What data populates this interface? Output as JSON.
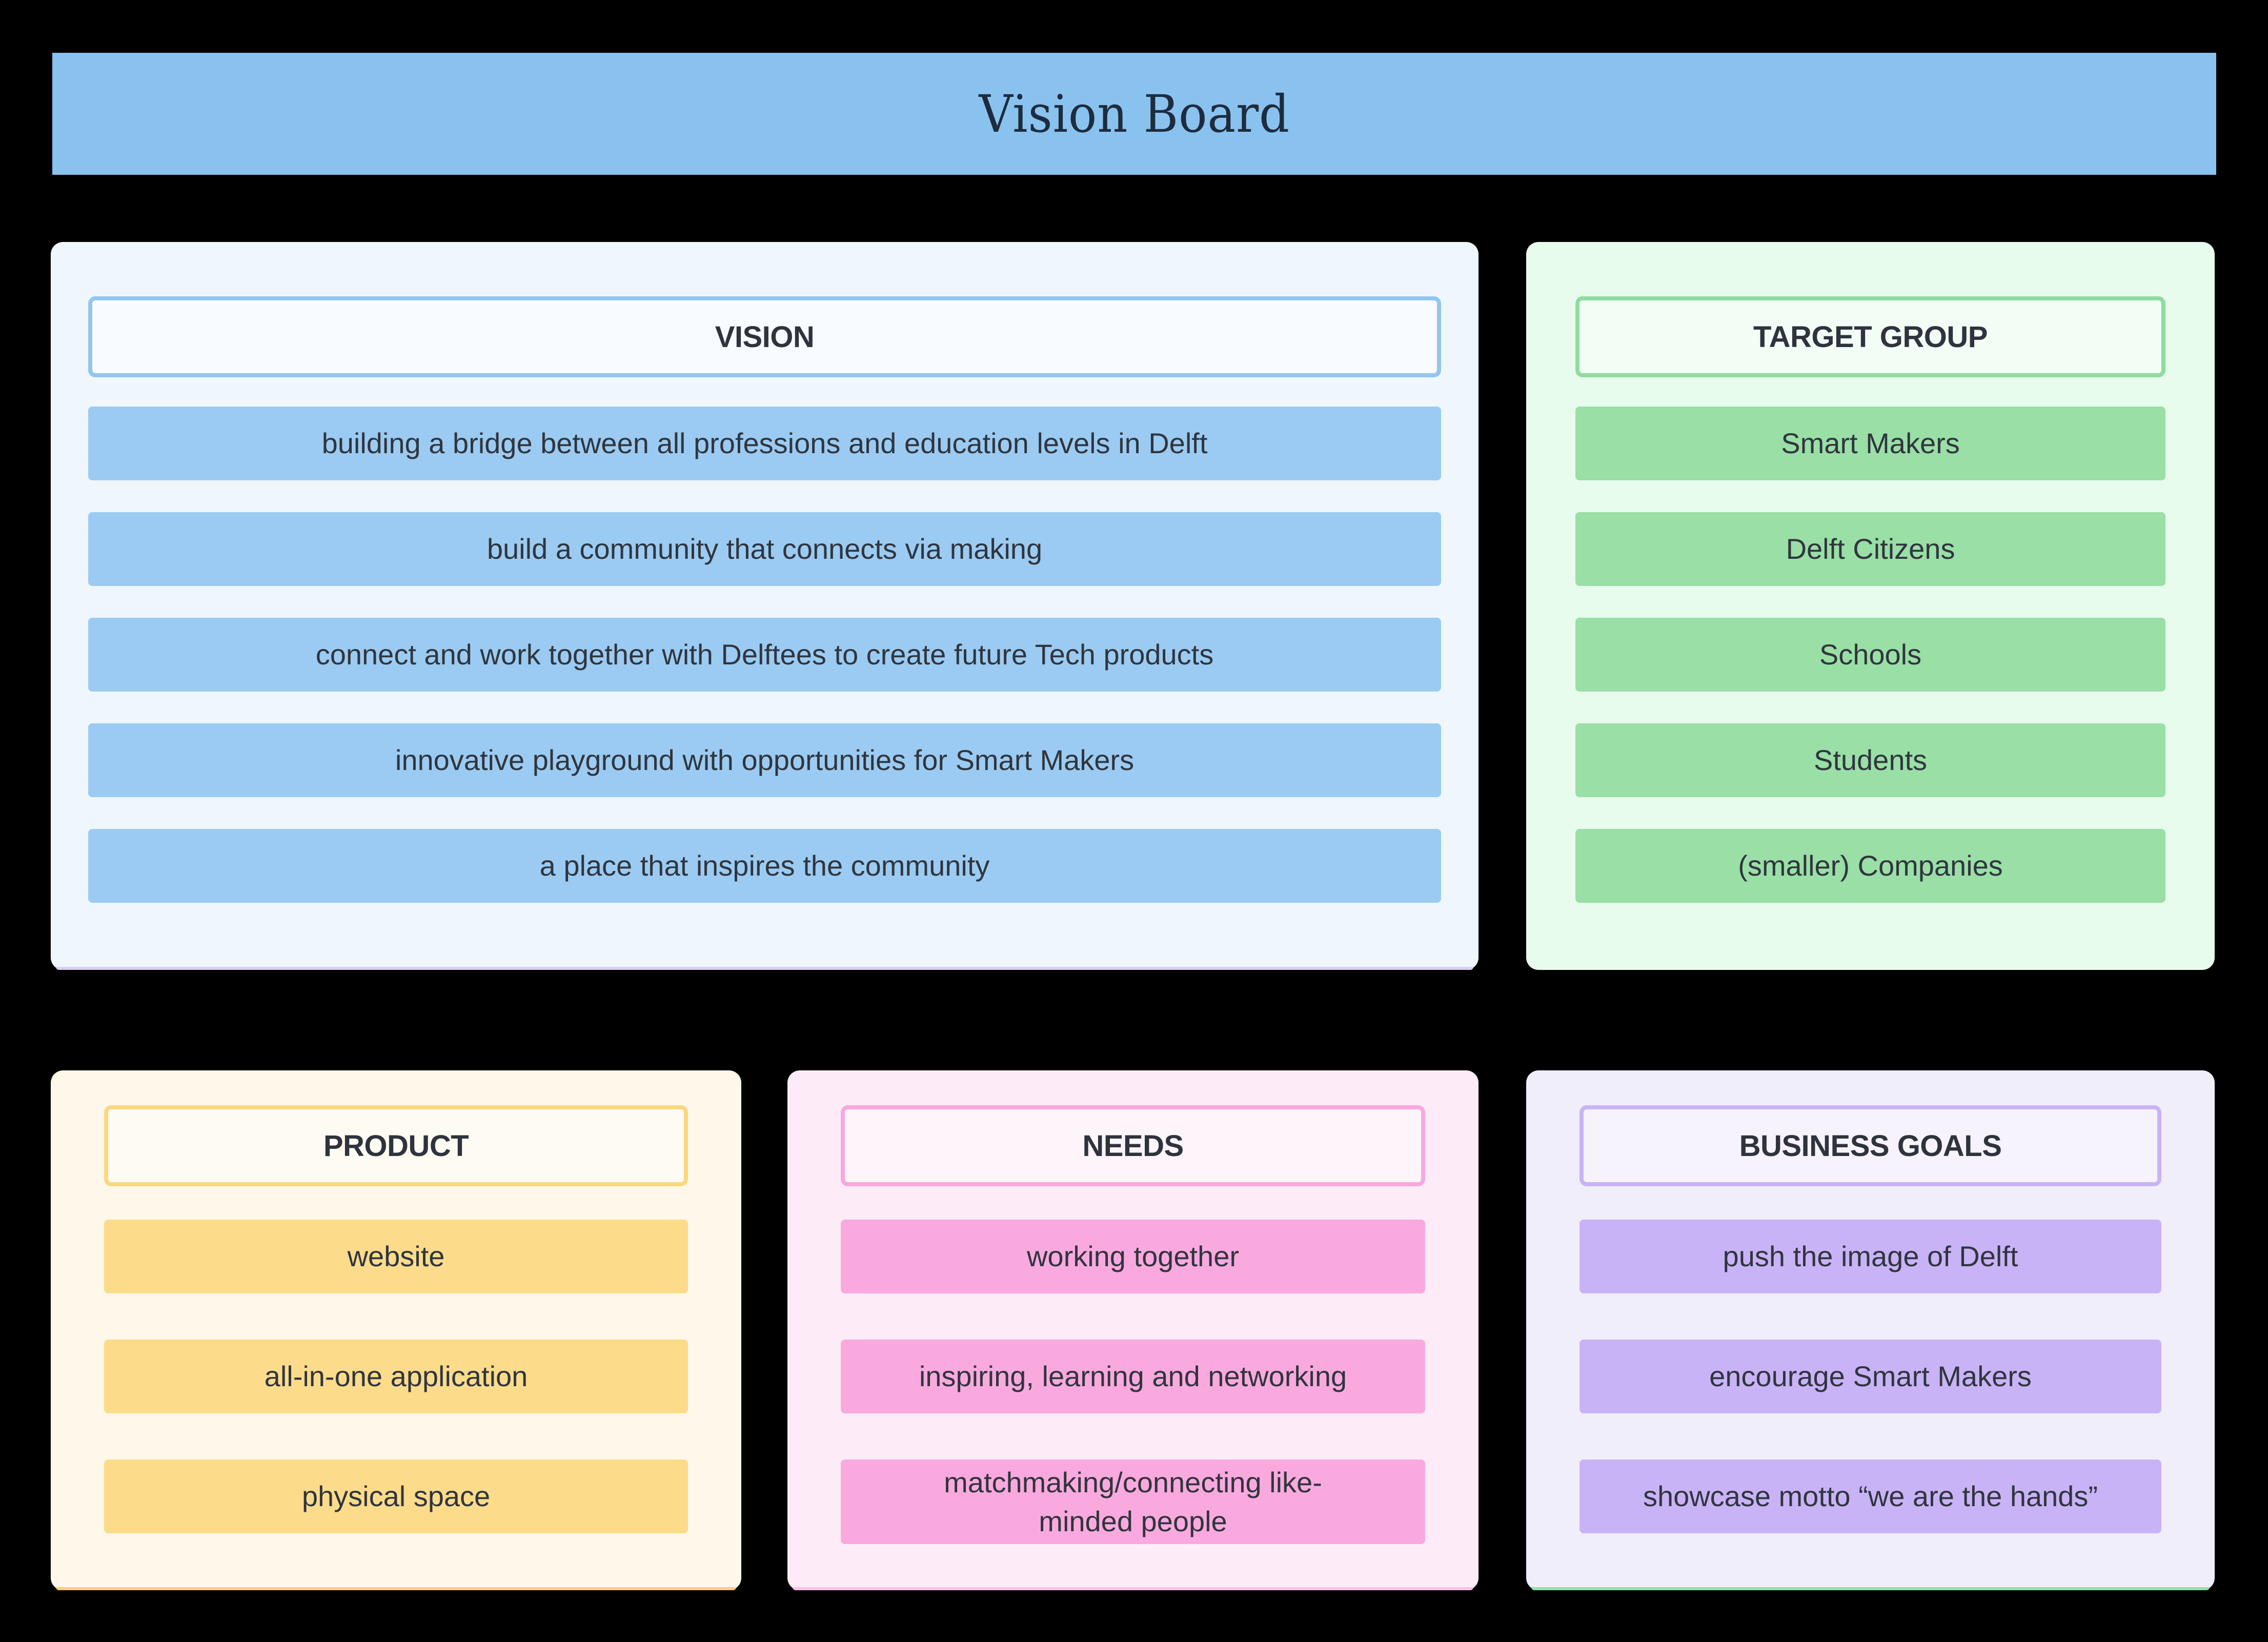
{
  "title": "Vision Board",
  "colors": {
    "page-bg": "#000000",
    "title-bar-bg": "#8ac2ef",
    "title-text": "#1d2c3e",
    "text": "#30353e",
    "vision-panel-bg": "#eff7fd",
    "vision-header-border": "#92c6ee",
    "vision-header-bg": "#f8fbff",
    "vision-item-bg": "#9bcbf2",
    "vision-strip": "#dccdee",
    "target-panel-bg": "#e8fcee",
    "target-header-border": "#8fdc9e",
    "target-header-bg": "#f2fdf5",
    "target-item-bg": "#99dfa6",
    "product-panel-bg": "#fdf8e9",
    "product-header-border": "#fbd87f",
    "product-header-bg": "#fefbf2",
    "product-item-bg": "#fcdc8b",
    "product-strip": "#fdcb81",
    "needs-panel-bg": "#fdecf7",
    "needs-header-border": "#f9a7dc",
    "needs-header-bg": "#fef5fb",
    "needs-item-bg": "#faa9df",
    "needs-strip": "#fac2e7",
    "business-panel-bg": "#f1eefb",
    "business-header-border": "#c8b4f4",
    "business-header-bg": "#f6f3fd",
    "business-item-bg": "#c9b3f7",
    "business-strip": "#8be4a7"
  },
  "sections": {
    "vision": {
      "header": "VISION",
      "items": [
        "building a bridge between all professions and education levels in Delft",
        "build a community that connects via making",
        "connect and work together with Delftees to create future Tech products",
        "innovative playground with opportunities for Smart Makers",
        "a place that inspires the community"
      ]
    },
    "target_group": {
      "header": "TARGET GROUP",
      "items": [
        "Smart Makers",
        "Delft Citizens",
        "Schools",
        "Students",
        "(smaller) Companies"
      ]
    },
    "product": {
      "header": "PRODUCT",
      "items": [
        "website",
        "all-in-one application",
        "physical space"
      ]
    },
    "needs": {
      "header": "NEEDS",
      "items": [
        "working together",
        "inspiring, learning and networking",
        "matchmaking/connecting like-minded people"
      ]
    },
    "business_goals": {
      "header": "BUSINESS GOALS",
      "items": [
        "push the image of Delft",
        "encourage Smart Makers",
        "showcase motto “we are the hands”"
      ]
    }
  }
}
